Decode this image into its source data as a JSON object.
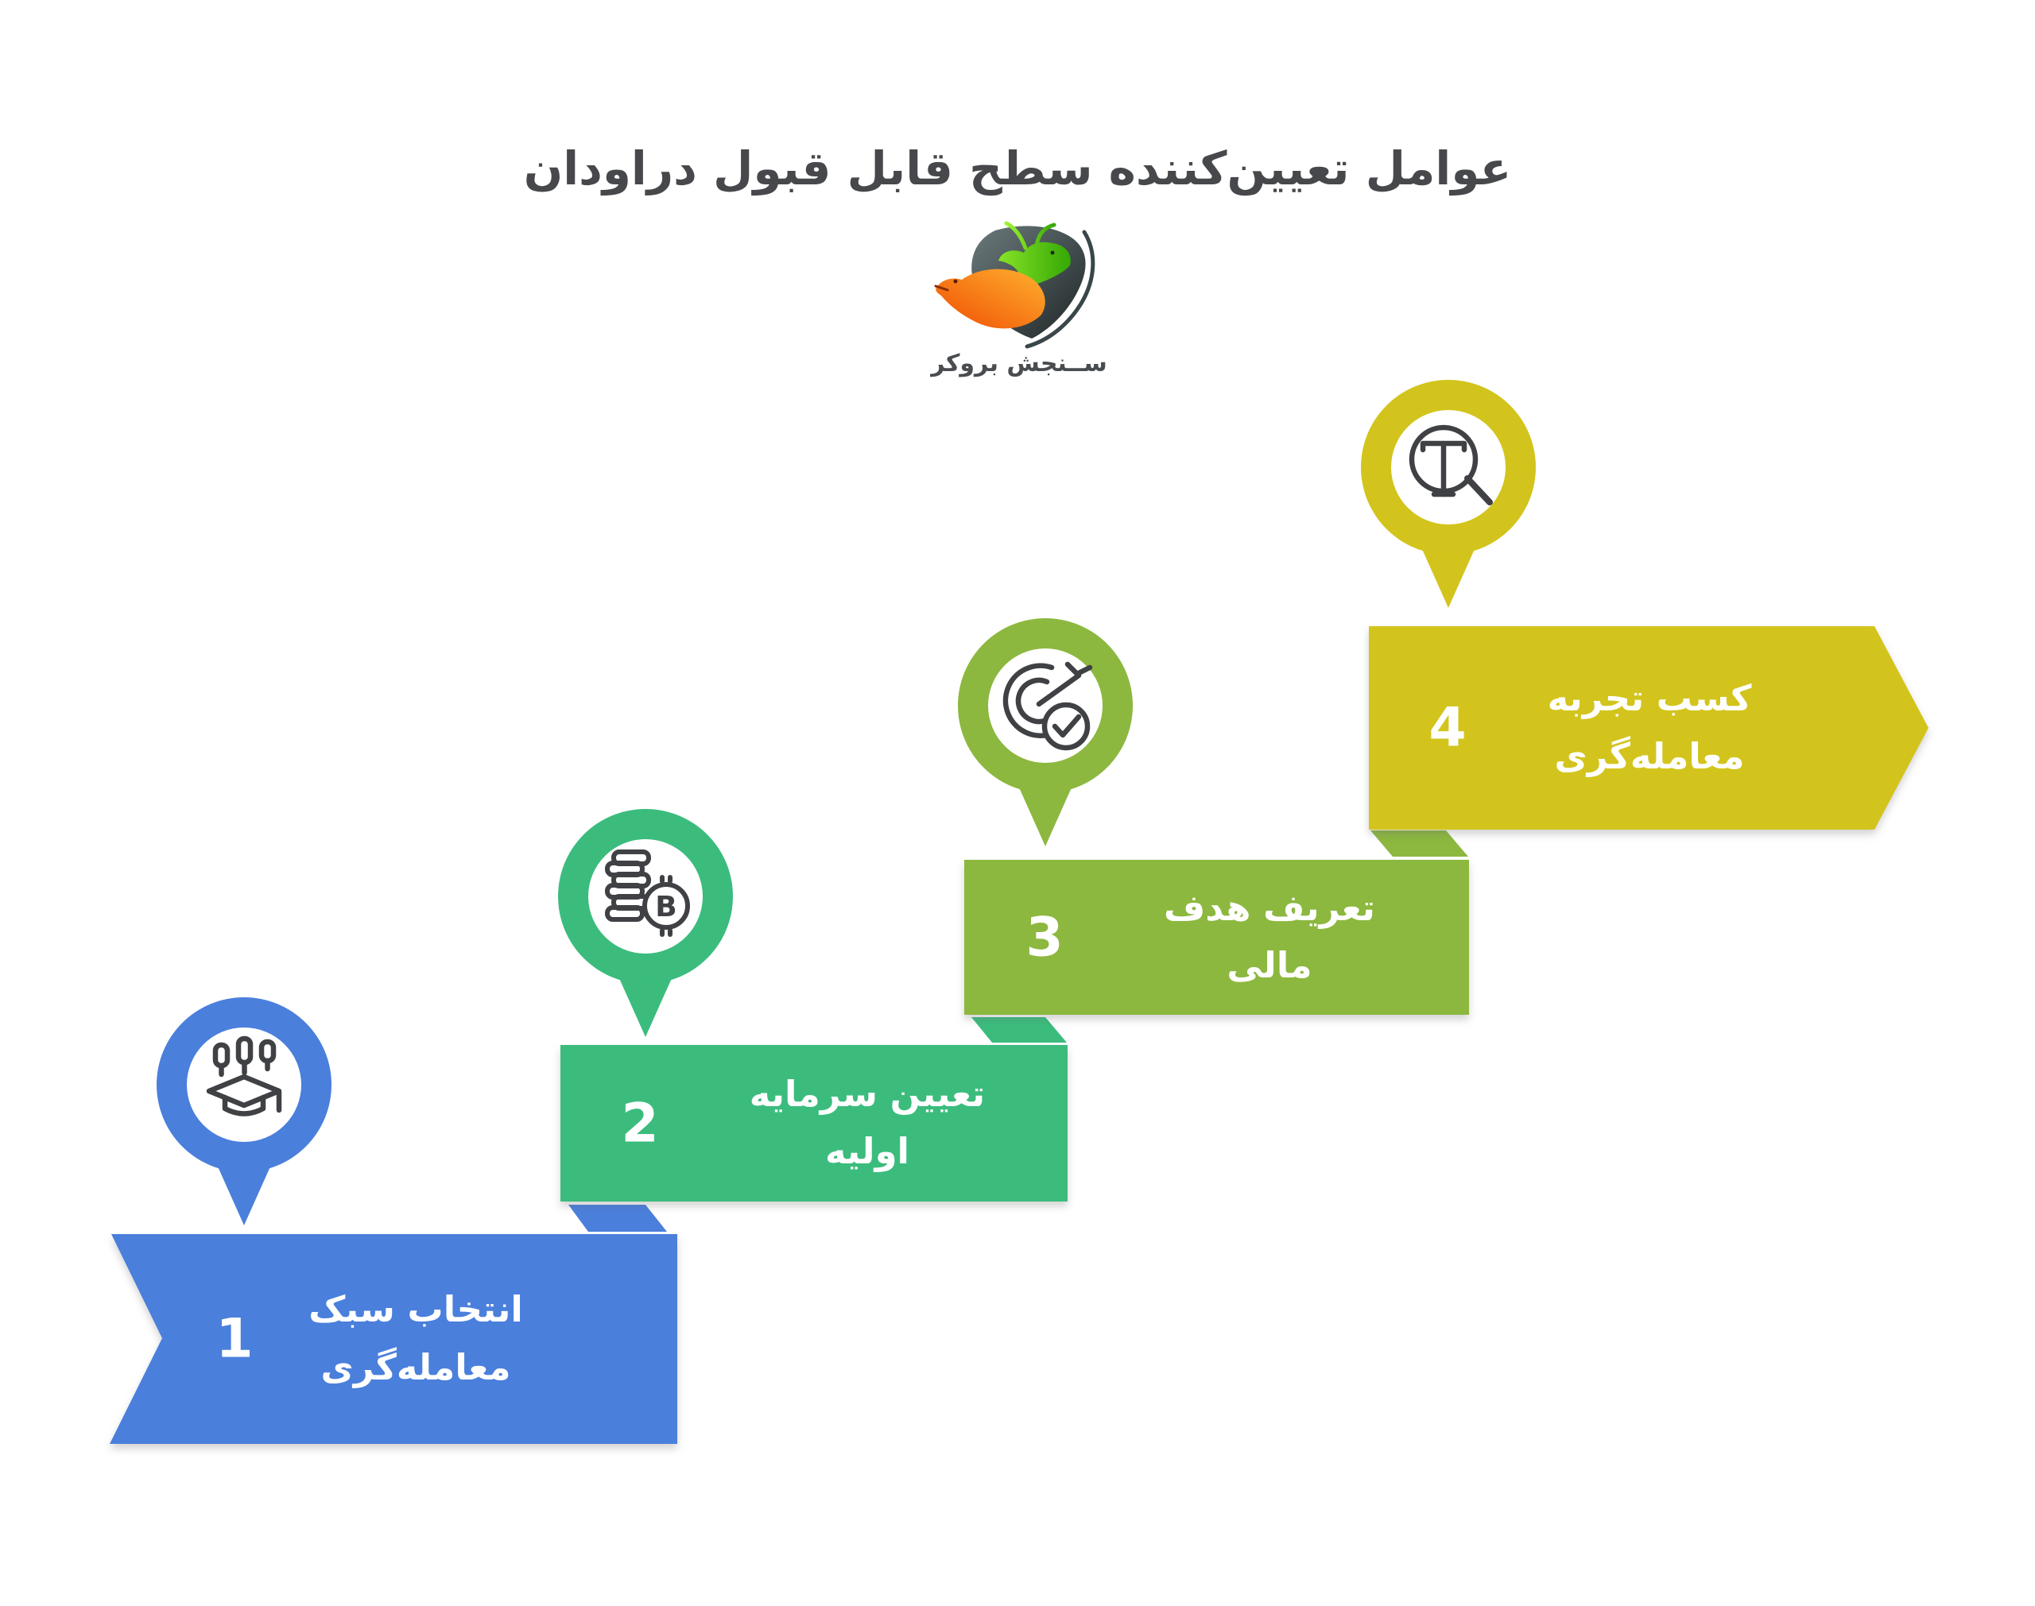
{
  "title": "عوامل تعیین‌کننده سطح قابل قبول دراودان",
  "brand": {
    "name": "ســنجش بروکر"
  },
  "steps": [
    {
      "number": "1",
      "label_line1": "انتخاب سبک",
      "label_line2": "معامله‌گری",
      "color": "#4a7fdc",
      "icon": "candlesticks-graduation-cap-icon"
    },
    {
      "number": "2",
      "label_line1": "تعیین سرمایه اولیه",
      "label_line2": "",
      "color": "#3bbc7d",
      "icon": "coin-stack-bitcoin-icon"
    },
    {
      "number": "3",
      "label_line1": "تعریف هدف مالی",
      "label_line2": "",
      "color": "#8cb83f",
      "icon": "target-dart-check-icon"
    },
    {
      "number": "4",
      "label_line1": "کسب تجربه",
      "label_line2": "معامله‌گری",
      "color": "#d3c41d",
      "icon": "magnifier-text-icon"
    }
  ],
  "colors": {
    "title_text": "#47484b",
    "banner_text": "#ffffff",
    "icon_stroke": "#3f4145",
    "step1_blue": "#4a7fdc",
    "step2_green": "#3bbc7d",
    "step3_olive": "#8cb83f",
    "step4_yellow": "#d3c41d"
  }
}
